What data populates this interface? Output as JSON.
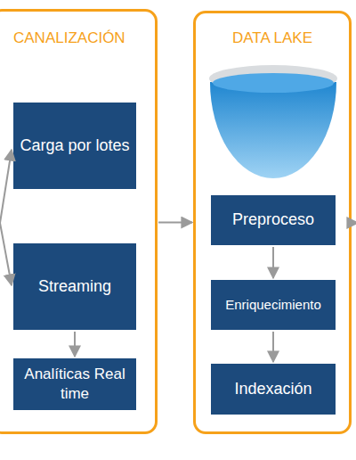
{
  "diagram": {
    "nodes": [
      {
        "text": [
          "CANALIZACIÓN"
        ]
      },
      {
        "text": [
          "Carga por lotes"
        ],
        "in": 0
      },
      {
        "text": [
          "Streaming"
        ],
        "in": 0
      },
      {
        "text": [
          "Analíticas Real time"
        ],
        "in": 0
      },
      {
        "text": [
          "DATA LAKE"
        ]
      },
      {
        "text": [
          "Preproceso"
        ],
        "in": 4
      },
      {
        "text": [
          "Enriquecimiento"
        ],
        "in": 4
      },
      {
        "text": [
          "Indexación"
        ],
        "in": 4
      }
    ],
    "edges": [
      {
        "from": 2,
        "to": 3,
        "arrow": "to"
      },
      {
        "from": 0,
        "to": 4,
        "arrow": "to"
      },
      {
        "from": 5,
        "to": 6,
        "arrow": "to"
      },
      {
        "from": 6,
        "to": 7,
        "arrow": "to"
      }
    ]
  }
}
